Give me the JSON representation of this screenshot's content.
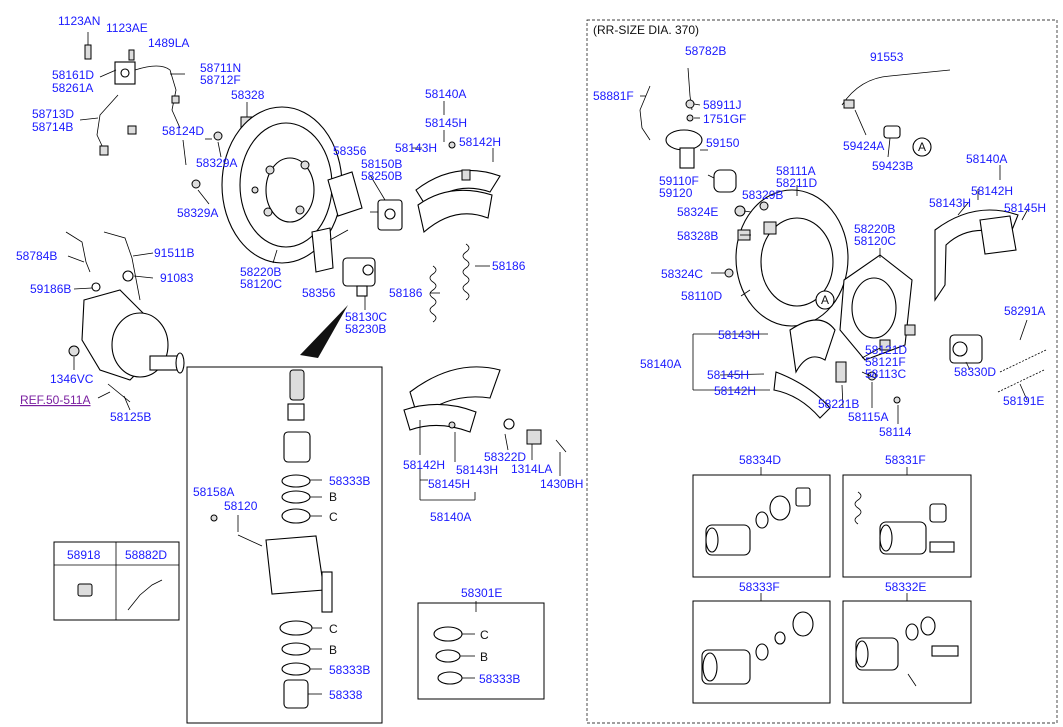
{
  "header": {
    "rr_size": "(RR-SIZE DIA. 370)"
  },
  "labels": {
    "l1123an": "1123AN",
    "l1123ae": "1123AE",
    "l1489la": "1489LA",
    "l58161d": "58161D",
    "l58261a": "58261A",
    "l58711n": "58711N",
    "l58712f": "58712F",
    "l58713d": "58713D",
    "l58714b": "58714B",
    "l58328": "58328",
    "l58124d": "58124D",
    "l58329a_1": "58329A",
    "l58329a_2": "58329A",
    "l58140a_top": "58140A",
    "l58145h_top": "58145H",
    "l58143h_top": "58143H",
    "l58142h_top": "58142H",
    "l58356_top": "58356",
    "l58150b": "58150B",
    "l58250b": "58250B",
    "l58220b_l": "58220B",
    "l58120c_l": "58120C",
    "l58356_bot": "58356",
    "l58186_a": "58186",
    "l58186_b": "58186",
    "l58130c": "58130C",
    "l58230b": "58230B",
    "l58784b": "58784B",
    "l91511b": "91511B",
    "l91083": "91083",
    "l59186b": "59186B",
    "l1346vc": "1346VC",
    "ref": "REF.50-511A",
    "l58125b": "58125B",
    "l58142h_bot": "58142H",
    "l58143h_bot": "58143H",
    "l58145h_bot": "58145H",
    "l58140a_bot": "58140A",
    "l58322d": "58322D",
    "l1314la": "1314LA",
    "l1430bh": "1430BH",
    "l58158a": "58158A",
    "l58120": "58120",
    "l58333b_1": "58333B",
    "b1": "B",
    "c1": "C",
    "c2": "C",
    "b2": "B",
    "l58333b_2": "58333B",
    "l58338": "58338",
    "l58918": "58918",
    "l58882d": "58882D",
    "l58301e": "58301E",
    "c3": "C",
    "b3": "B",
    "l58333b_3": "58333B",
    "l58881f": "58881F",
    "l58782b": "58782B",
    "l58911j": "58911J",
    "l1751gf": "1751GF",
    "l59150": "59150",
    "l59110f": "59110F",
    "l59120": "59120",
    "l91553": "91553",
    "l59424a": "59424A",
    "l59423b": "59423B",
    "circ_a1": "A",
    "l58111a": "58111A",
    "l58211d": "58211D",
    "l58329b": "58329B",
    "l58324e": "58324E",
    "l58328b": "58328B",
    "l58324c": "58324C",
    "l58110d": "58110D",
    "l58220b_r": "58220B",
    "l58120c_r": "58120C",
    "l58140a_r1": "58140A",
    "l58142h_r1": "58142H",
    "l58143h_r1": "58143H",
    "l58145h_r1": "58145H",
    "l58291a": "58291A",
    "circ_a2": "A",
    "l58143h_r2": "58143H",
    "l58140a_r2": "58140A",
    "l58145h_r2": "58145H",
    "l58142h_r2": "58142H",
    "l58121d": "58121D",
    "l58121f": "58121F",
    "l58113c": "58113C",
    "l58330d": "58330D",
    "l58221b": "58221B",
    "l58115a": "58115A",
    "l58114": "58114",
    "l58191e": "58191E",
    "l58334d": "58334D",
    "l58331f": "58331F",
    "l58333f": "58333F",
    "l58332e": "58332E"
  }
}
